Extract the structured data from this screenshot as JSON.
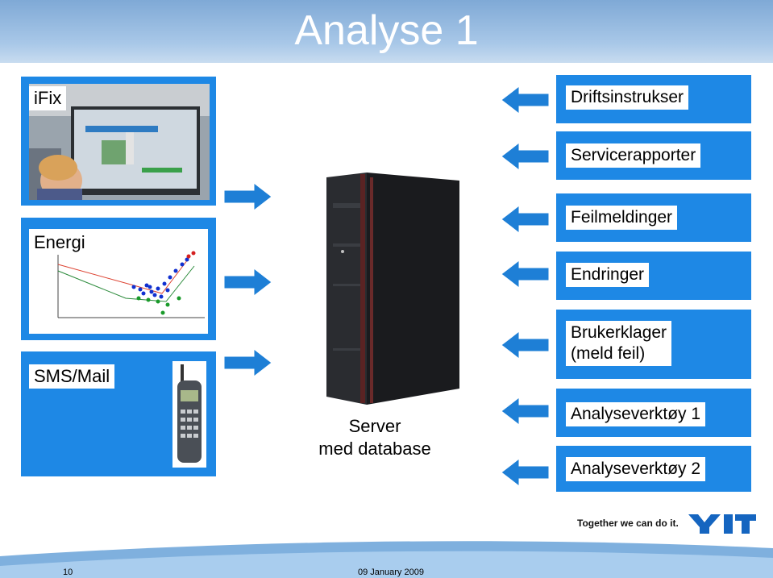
{
  "title": "Analyse 1",
  "left_panels": [
    {
      "label": "iFix"
    },
    {
      "label": "Energi"
    },
    {
      "label": "SMS/Mail"
    }
  ],
  "server": {
    "line1": "Server",
    "line2": "med database"
  },
  "right_items": [
    {
      "label": "Driftsinstrukser"
    },
    {
      "label": "Servicerapporter"
    },
    {
      "label": "Feilmeldinger"
    },
    {
      "label": "Endringer"
    },
    {
      "label_line1": "Brukerklager",
      "label_line2": "(meld feil)"
    },
    {
      "label": "Analyseverktøy 1"
    },
    {
      "label": "Analyseverktøy 2"
    }
  ],
  "footer": {
    "slogan": "Together we can do it.",
    "logo": "YIT",
    "page_number": "10",
    "date": "09 January 2009"
  },
  "colors": {
    "panel_blue": "#1e88e5",
    "arrow_blue": "#1e7fd6",
    "logo_blue": "#1565c0"
  }
}
